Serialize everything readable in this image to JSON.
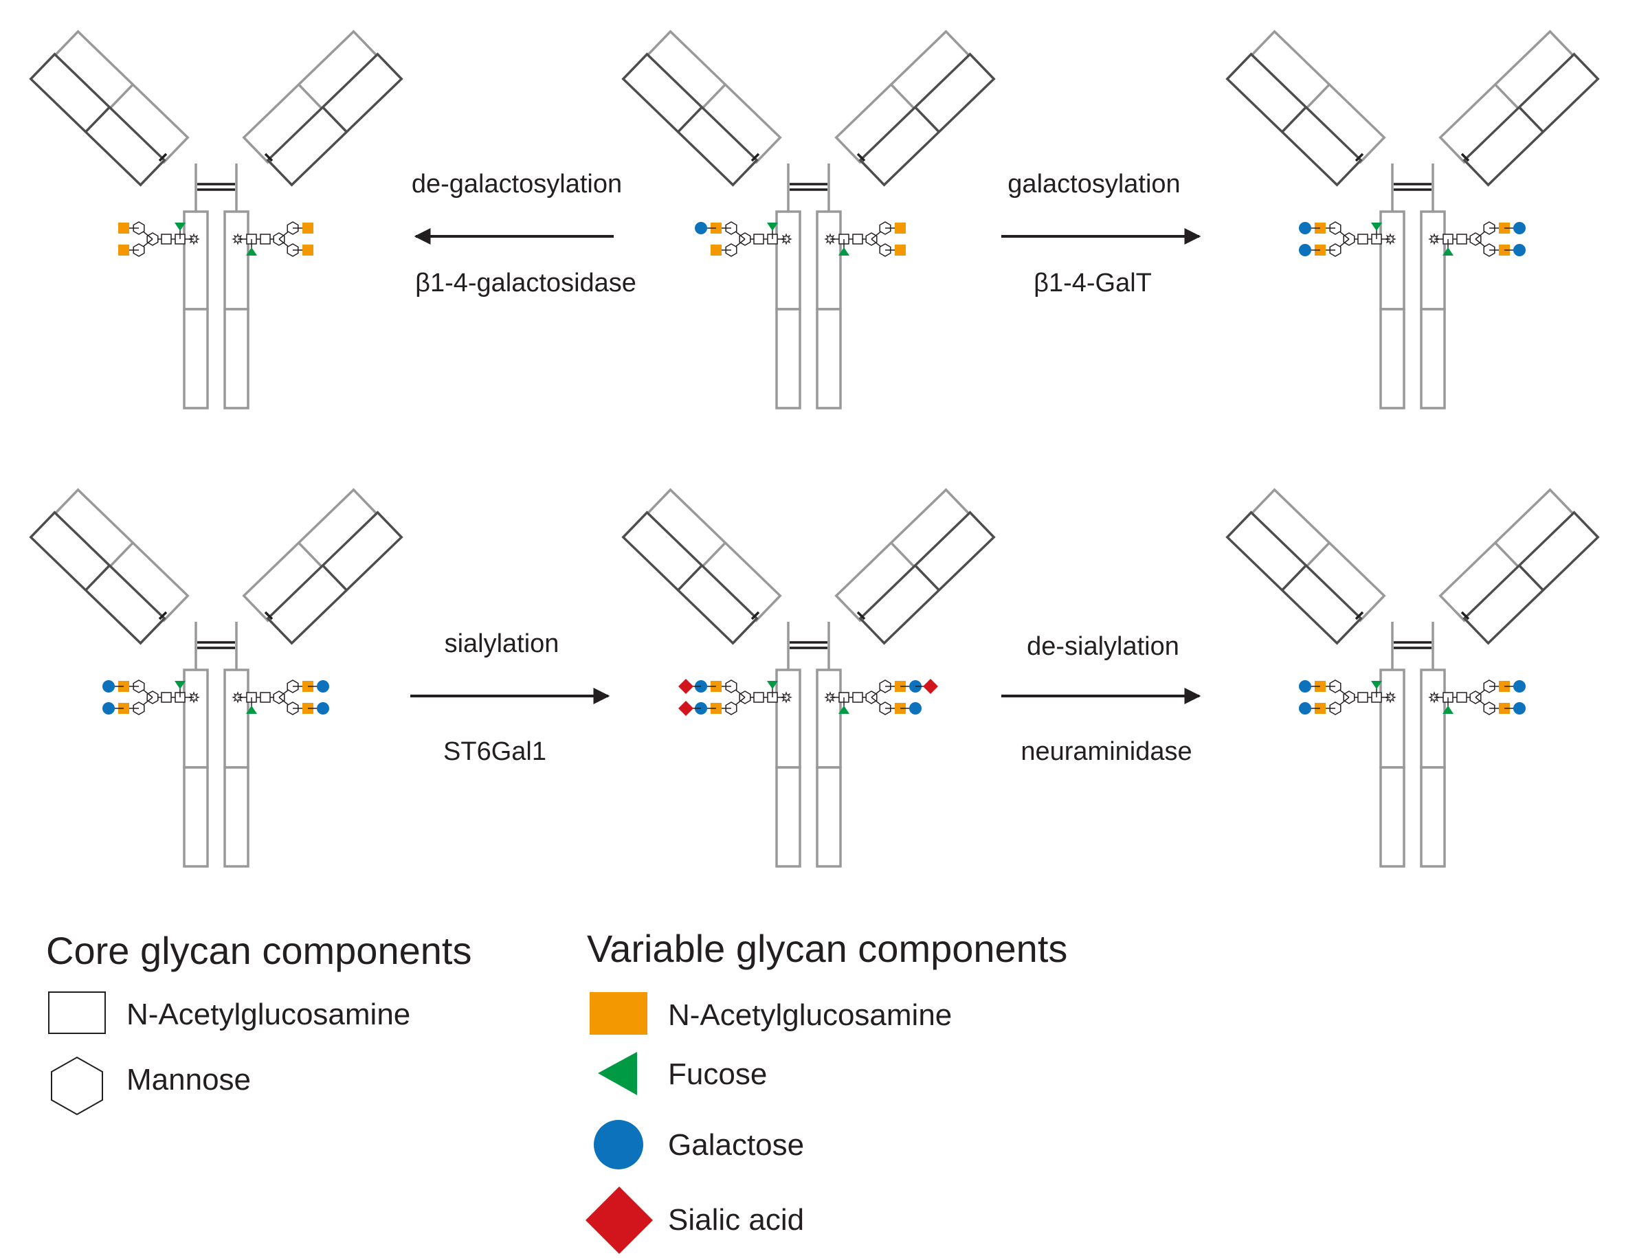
{
  "reactions": [
    {
      "label": "de-galactosylation",
      "enzyme": "β1-4-galactosidase",
      "direction": "left"
    },
    {
      "label": "galactosylation",
      "enzyme": "β1-4-GalT",
      "direction": "right"
    },
    {
      "label": "sialylation",
      "enzyme": "ST6Gal1",
      "direction": "right"
    },
    {
      "label": "de-sialylation",
      "enzyme": "neuraminidase",
      "direction": "right"
    }
  ],
  "antibodies": [
    {
      "state": "agalactosylated",
      "left_arm": [
        "GlcNAc",
        "GlcNAc"
      ],
      "right_arm": [
        "GlcNAc",
        "GlcNAc"
      ]
    },
    {
      "state": "mono-galactosylated",
      "left_arm": [
        "GlcNAc-Gal",
        "GlcNAc"
      ],
      "right_arm": [
        "GlcNAc",
        "GlcNAc"
      ]
    },
    {
      "state": "di-galactosylated",
      "left_arm": [
        "GlcNAc-Gal",
        "GlcNAc-Gal"
      ],
      "right_arm": [
        "GlcNAc-Gal",
        "GlcNAc-Gal"
      ]
    },
    {
      "state": "di-galactosylated",
      "left_arm": [
        "GlcNAc-Gal",
        "GlcNAc-Gal"
      ],
      "right_arm": [
        "GlcNAc-Gal",
        "GlcNAc-Gal"
      ]
    },
    {
      "state": "sialylated",
      "left_arm": [
        "GlcNAc-Gal-Sia",
        "GlcNAc-Gal-Sia"
      ],
      "right_arm": [
        "GlcNAc-Gal-Sia",
        "GlcNAc-Gal"
      ]
    },
    {
      "state": "di-galactosylated",
      "left_arm": [
        "GlcNAc-Gal",
        "GlcNAc-Gal"
      ],
      "right_arm": [
        "GlcNAc-Gal",
        "GlcNAc-Gal"
      ]
    }
  ],
  "legend": {
    "core_title": "Core glycan components",
    "core_items": [
      {
        "icon": "white-square",
        "label": "N-Acetylglucosamine"
      },
      {
        "icon": "white-hexagon",
        "label": "Mannose"
      }
    ],
    "variable_title": "Variable glycan components",
    "variable_items": [
      {
        "icon": "orange-square",
        "label": "N-Acetylglucosamine"
      },
      {
        "icon": "green-triangle",
        "label": "Fucose"
      },
      {
        "icon": "blue-circle",
        "label": "Galactose"
      },
      {
        "icon": "red-diamond",
        "label": "Sialic acid"
      }
    ]
  },
  "colors": {
    "glcnac_variable": "#f39800",
    "fucose": "#009944",
    "galactose": "#0b72bb",
    "sialic_acid": "#d2141c",
    "heavy_chain": "#999999",
    "light_chain": "#4d4d4d",
    "text": "#231f20"
  }
}
